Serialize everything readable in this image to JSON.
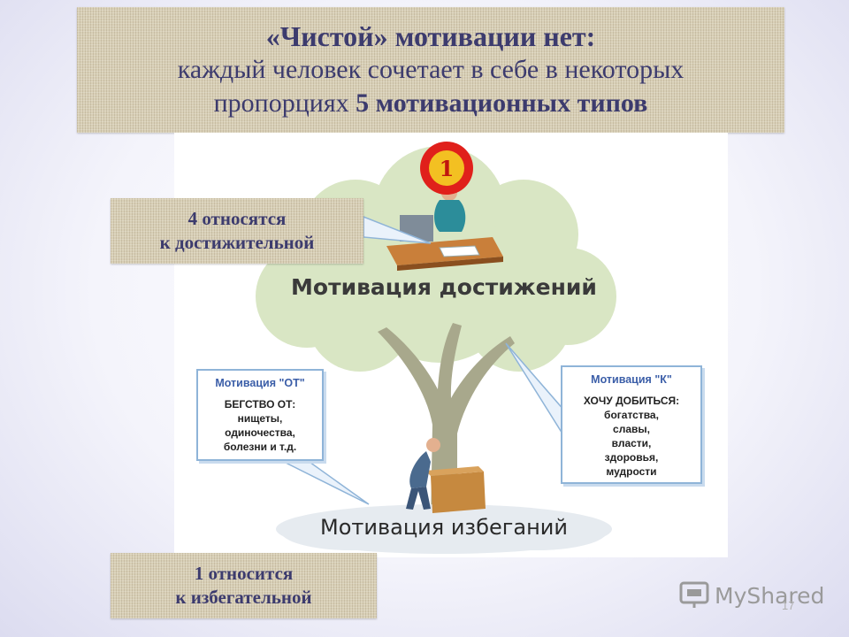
{
  "title": {
    "line1": "«Чистой» мотивации нет:",
    "line2": "каждый человек сочетает в себе в некоторых",
    "line3_plain": "пропорциях",
    "line3_bold": "5 мотивационных типов"
  },
  "notes": {
    "top": {
      "line1": "4 относятся",
      "line2": "к достижительной"
    },
    "bottom": {
      "line1": "1 относится",
      "line2": "к избегательной"
    }
  },
  "picture": {
    "medal_number": "1",
    "tree_label": "Мотивация достижений",
    "ground_label": "Мотивация избеганий",
    "callout_ot": {
      "title": "Мотивация \"ОТ\"",
      "lines": [
        "БЕГСТВО ОТ:",
        "нищеты,",
        "одиночества,",
        "болезни и т.д."
      ]
    },
    "callout_k": {
      "title": "Мотивация \"К\"",
      "lines": [
        "ХОЧУ ДОБИТЬСЯ:",
        "богатства,",
        "славы,",
        "власти,",
        "здоровья,",
        "мудрости"
      ]
    }
  },
  "watermark": "MyShared",
  "page_number": "17",
  "colors": {
    "title_text": "#3c3b6e",
    "burlap": "#d8cfb6",
    "crown": "#d9e6c4",
    "trunk": "#a8a88c",
    "callout_border": "#8fb4d8",
    "medal": "#e0201b"
  }
}
